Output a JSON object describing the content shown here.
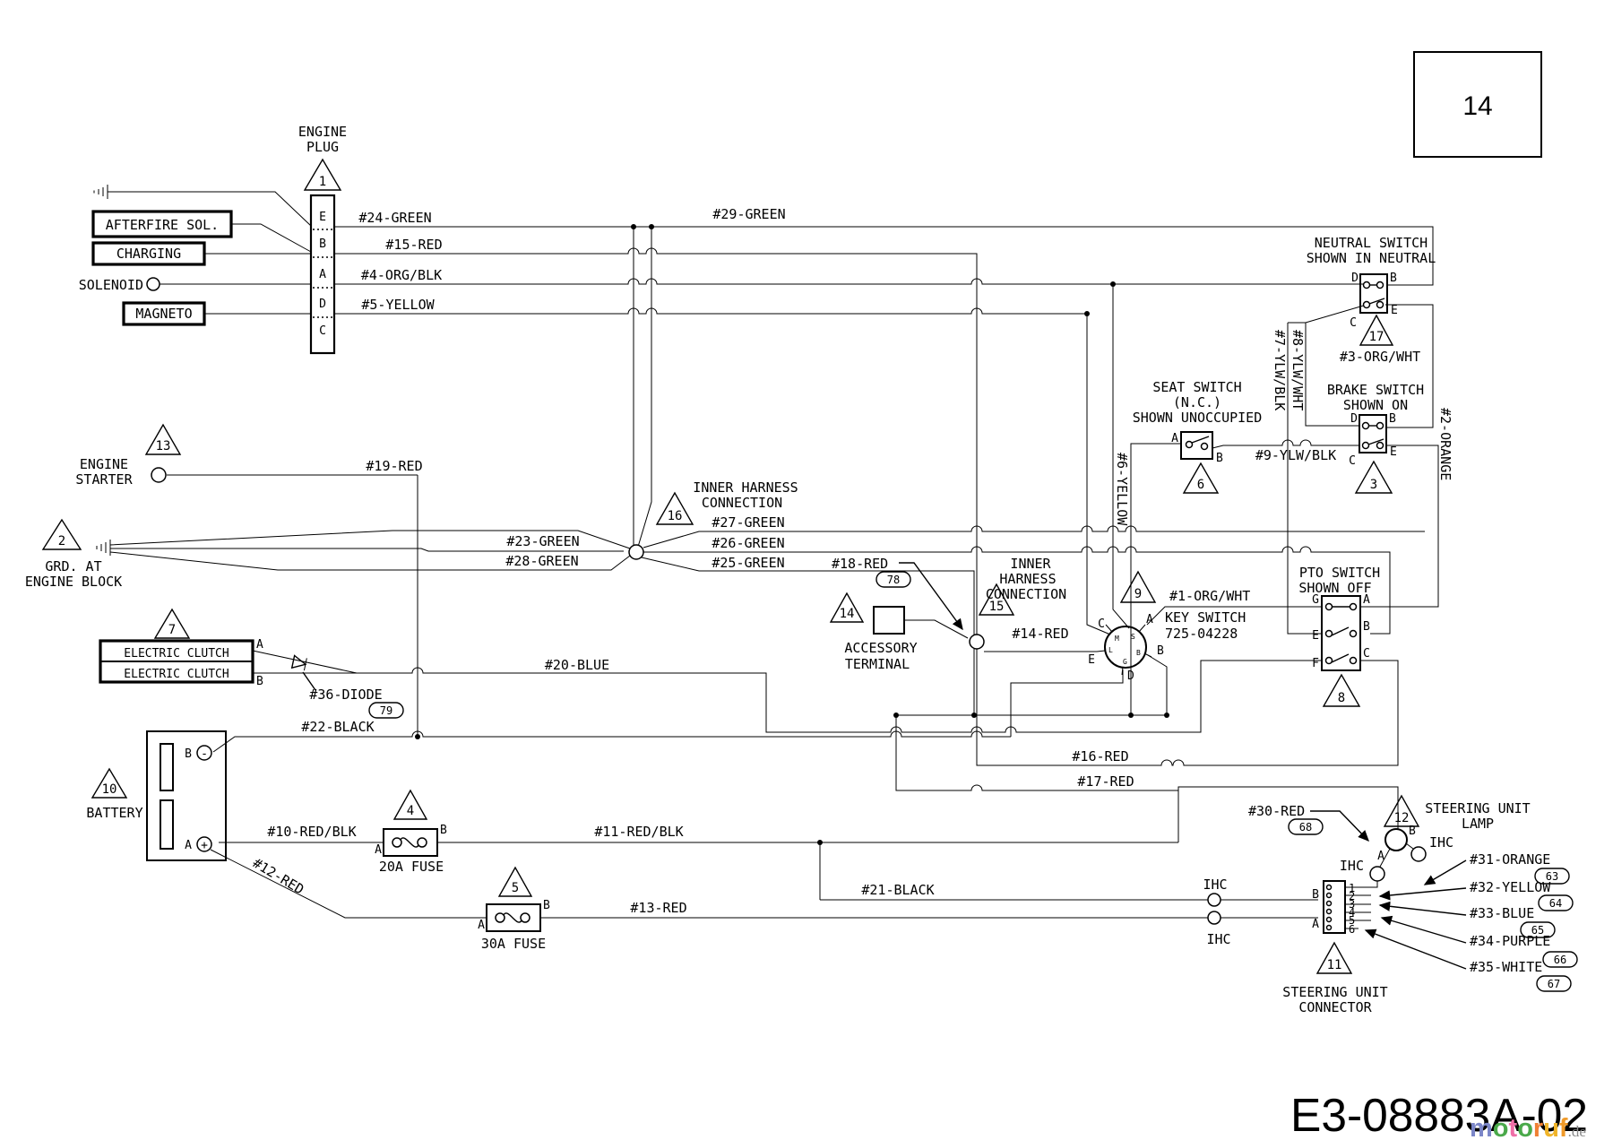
{
  "page": {
    "ref_box": "14",
    "doc_code": "E3-08883A-02",
    "watermark_letters": [
      "m",
      "o",
      "t",
      "o",
      "r",
      "u",
      "f"
    ],
    "watermark_colors": [
      "#7b86c8",
      "#4aa94a",
      "#ef6fa7",
      "#4aa94a",
      "#ef8034",
      "#f0b429",
      "#f09a29"
    ],
    "watermark_suffix": ".de"
  },
  "refs": {
    "t1": "1",
    "t2": "2",
    "t3": "3",
    "t4": "4",
    "t5": "5",
    "t6": "6",
    "t7": "7",
    "t8": "8",
    "t9": "9",
    "t10": "10",
    "t11": "11",
    "t12": "12",
    "t13": "13",
    "t14": "14",
    "t15": "15",
    "t16": "16",
    "t17": "17"
  },
  "wires": {
    "w1": "#1-ORG/WHT",
    "w2": "#2-ORANGE",
    "w3": "#3-ORG/WHT",
    "w4": "#4-ORG/BLK",
    "w5": "#5-YELLOW",
    "w6": "#6-YELLOW",
    "w7": "#7-YLW/BLK",
    "w8": "#8-YLW/WHT",
    "w9": "#9-YLW/BLK",
    "w10": "#10-RED/BLK",
    "w11": "#11-RED/BLK",
    "w12": "#12-RED",
    "w13": "#13-RED",
    "w14": "#14-RED",
    "w15": "#15-RED",
    "w16": "#16-RED",
    "w17": "#17-RED",
    "w18": "#18-RED",
    "w19": "#19-RED",
    "w20": "#20-BLUE",
    "w21": "#21-BLACK",
    "w22": "#22-BLACK",
    "w23": "#23-GREEN",
    "w24": "#24-GREEN",
    "w25": "#25-GREEN",
    "w26": "#26-GREEN",
    "w27": "#27-GREEN",
    "w28": "#28-GREEN",
    "w29": "#29-GREEN",
    "w30": "#30-RED",
    "w31": "#31-ORANGE",
    "w32": "#32-YELLOW",
    "w33": "#33-BLUE",
    "w34": "#34-PURPLE",
    "w35": "#35-WHITE",
    "w36": "#36-DIODE"
  },
  "ovals": {
    "o63": "63",
    "o64": "64",
    "o65": "65",
    "o66": "66",
    "o67": "67",
    "o68": "68",
    "o78": "78",
    "o79": "79"
  },
  "engine_plug": {
    "title1": "ENGINE",
    "title2": "PLUG",
    "pins": [
      "E",
      "B",
      "A",
      "D",
      "C"
    ]
  },
  "left": {
    "afterfire": "AFTERFIRE SOL.",
    "charging": "CHARGING",
    "solenoid": "SOLENOID",
    "magneto": "MAGNETO",
    "starter1": "ENGINE",
    "starter2": "STARTER",
    "grd1": "GRD. AT",
    "grd2": "ENGINE BLOCK",
    "clutch": "ELECTRIC CLUTCH",
    "battery": "BATTERY",
    "bat_b": "B",
    "bat_a": "A",
    "bat_minus": "-",
    "bat_plus": "+",
    "clutch_a": "A",
    "clutch_b": "B"
  },
  "fuses": {
    "f20": "20A FUSE",
    "f30": "30A FUSE",
    "a": "A",
    "b": "B"
  },
  "switches": {
    "neutral": {
      "l1": "NEUTRAL SWITCH",
      "l2": "SHOWN IN NEUTRAL",
      "d": "D",
      "b": "B",
      "c": "C",
      "e": "E"
    },
    "brake": {
      "l1": "BRAKE SWITCH",
      "l2": "SHOWN ON",
      "d": "D",
      "b": "B",
      "c": "C",
      "e": "E"
    },
    "seat": {
      "l1": "SEAT SWITCH",
      "l2": "(N.C.)",
      "l3": "SHOWN UNOCCUPIED",
      "a": "A",
      "b": "B"
    },
    "pto": {
      "l1": "PTO SWITCH",
      "l2": "SHOWN OFF",
      "g": "G",
      "a": "A",
      "e": "E",
      "b": "B",
      "f": "F",
      "c": "C"
    },
    "key": {
      "l1": "KEY SWITCH",
      "l2": "725-04228",
      "a": "A",
      "b": "B",
      "c": "C",
      "d": "D",
      "e": "E",
      "m": "M",
      "s": "S",
      "bb": "B",
      "g": "G",
      "l": "L"
    }
  },
  "harness": {
    "h16a": "INNER HARNESS",
    "h16b": "CONNECTION",
    "h15a": "INNER",
    "h15b": "HARNESS",
    "h15c": "CONNECTION",
    "acc1": "ACCESSORY",
    "acc2": "TERMINAL"
  },
  "steering": {
    "lamp1": "STEERING UNIT",
    "lamp2": "LAMP",
    "conn1": "STEERING UNIT",
    "conn2": "CONNECTOR",
    "p1": "1",
    "p2": "2",
    "p3": "3",
    "p4": "4",
    "p5": "5",
    "p6": "6",
    "a": "A",
    "b": "B",
    "ihc": "IHC"
  }
}
